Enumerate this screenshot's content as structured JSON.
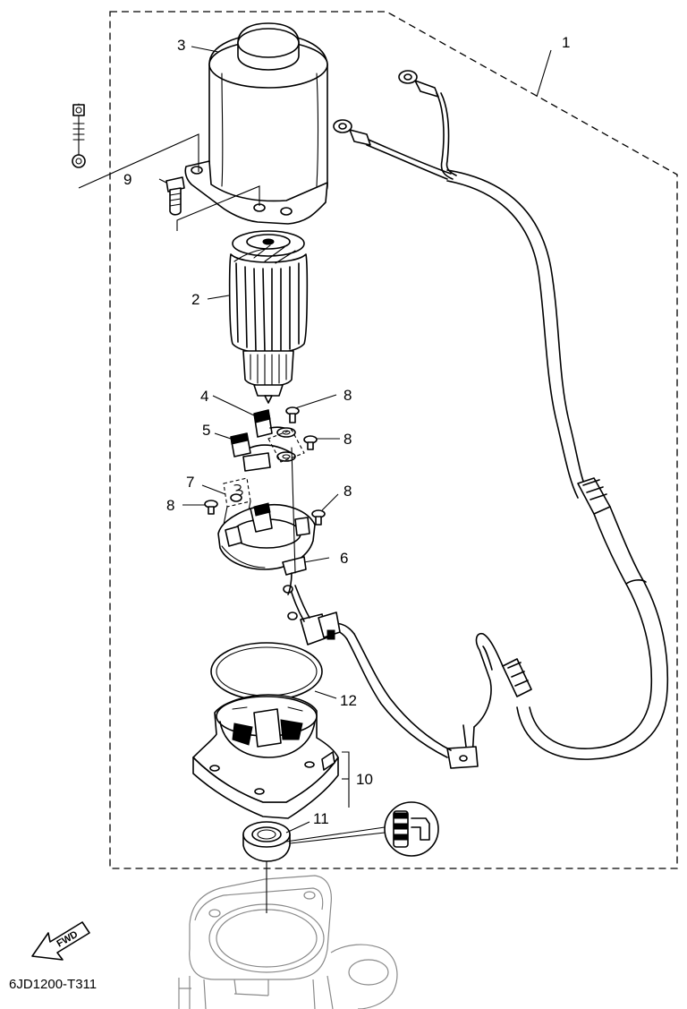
{
  "callouts": {
    "c1": "1",
    "c2": "2",
    "c3": "3",
    "c4": "4",
    "c5": "5",
    "c6": "6",
    "c7": "7",
    "c8a": "8",
    "c8b": "8",
    "c8c": "8",
    "c8d": "8",
    "c9": "9",
    "c10": "10",
    "c11": "11",
    "c12": "12"
  },
  "fwd_label": "FWD",
  "diagram_code": "6JD1200-T311",
  "colors": {
    "ink": "#000000",
    "ghost_outline": "#8a8a8a",
    "background": "#ffffff"
  }
}
